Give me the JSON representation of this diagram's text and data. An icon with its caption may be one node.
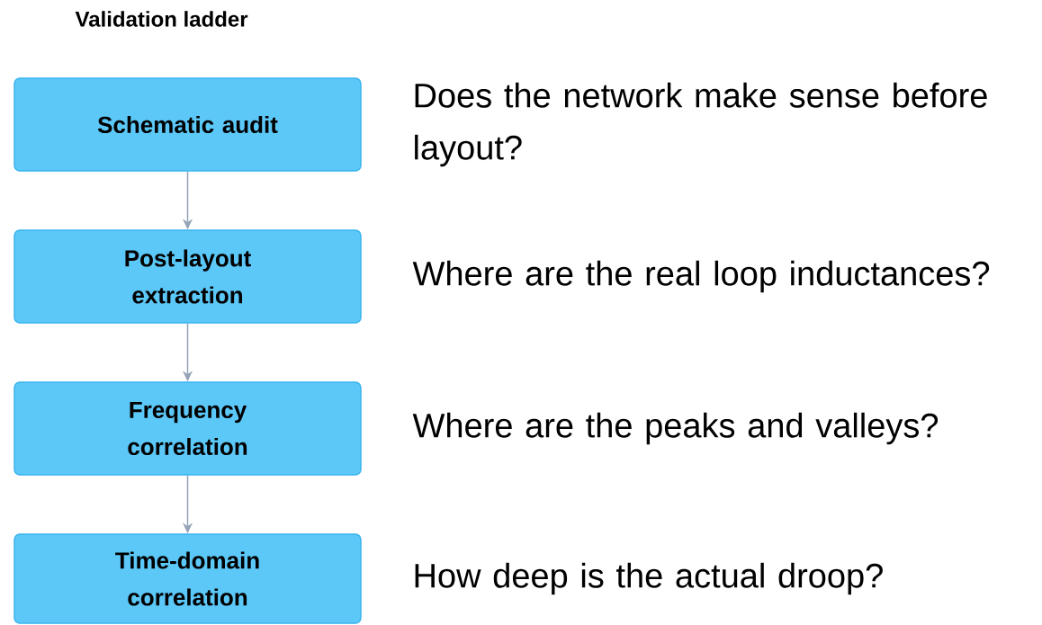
{
  "diagram": {
    "title": "Validation ladder",
    "nodes": [
      {
        "text": [
          "Schematic audit"
        ],
        "beside": [
          "Does the network make sense before layout?"
        ]
      },
      {
        "text": [
          "Post-layout extraction"
        ],
        "beside": [
          "Where are the real loop inductances?"
        ]
      },
      {
        "text": [
          "Frequency correlation"
        ],
        "beside": [
          "Where are the peaks and valleys?"
        ]
      },
      {
        "text": [
          "Time-domain correlation"
        ],
        "beside": [
          "How deep is the actual droop?"
        ]
      }
    ],
    "edges": [
      {
        "from": 0,
        "to": 1,
        "arrow": "to"
      },
      {
        "from": 1,
        "to": 2,
        "arrow": "to"
      },
      {
        "from": 2,
        "to": 3,
        "arrow": "to"
      }
    ]
  }
}
